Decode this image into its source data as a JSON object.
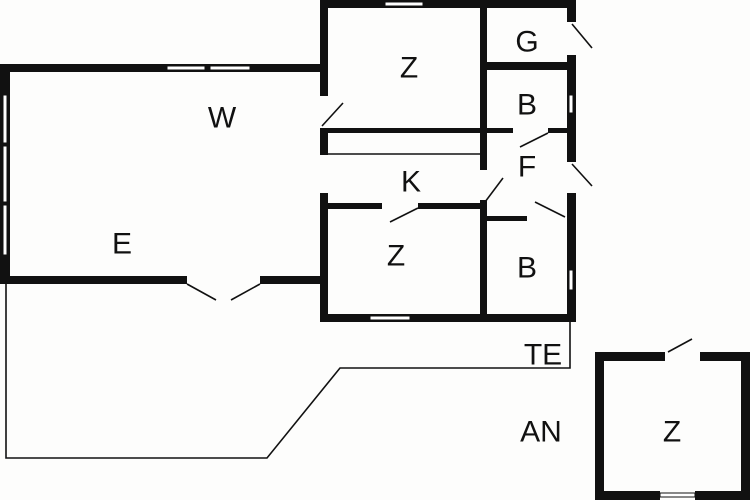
{
  "title": "Floor plan",
  "rooms": {
    "living": "W",
    "dining": "E",
    "bedroom_top": "Z",
    "bedroom_middle": "Z",
    "bedroom_annex": "Z",
    "toilet": "G",
    "bathroom_top": "B",
    "bathroom_bottom": "B",
    "hall": "F",
    "kitchen": "K",
    "terrace": "TE",
    "annex": "AN"
  }
}
